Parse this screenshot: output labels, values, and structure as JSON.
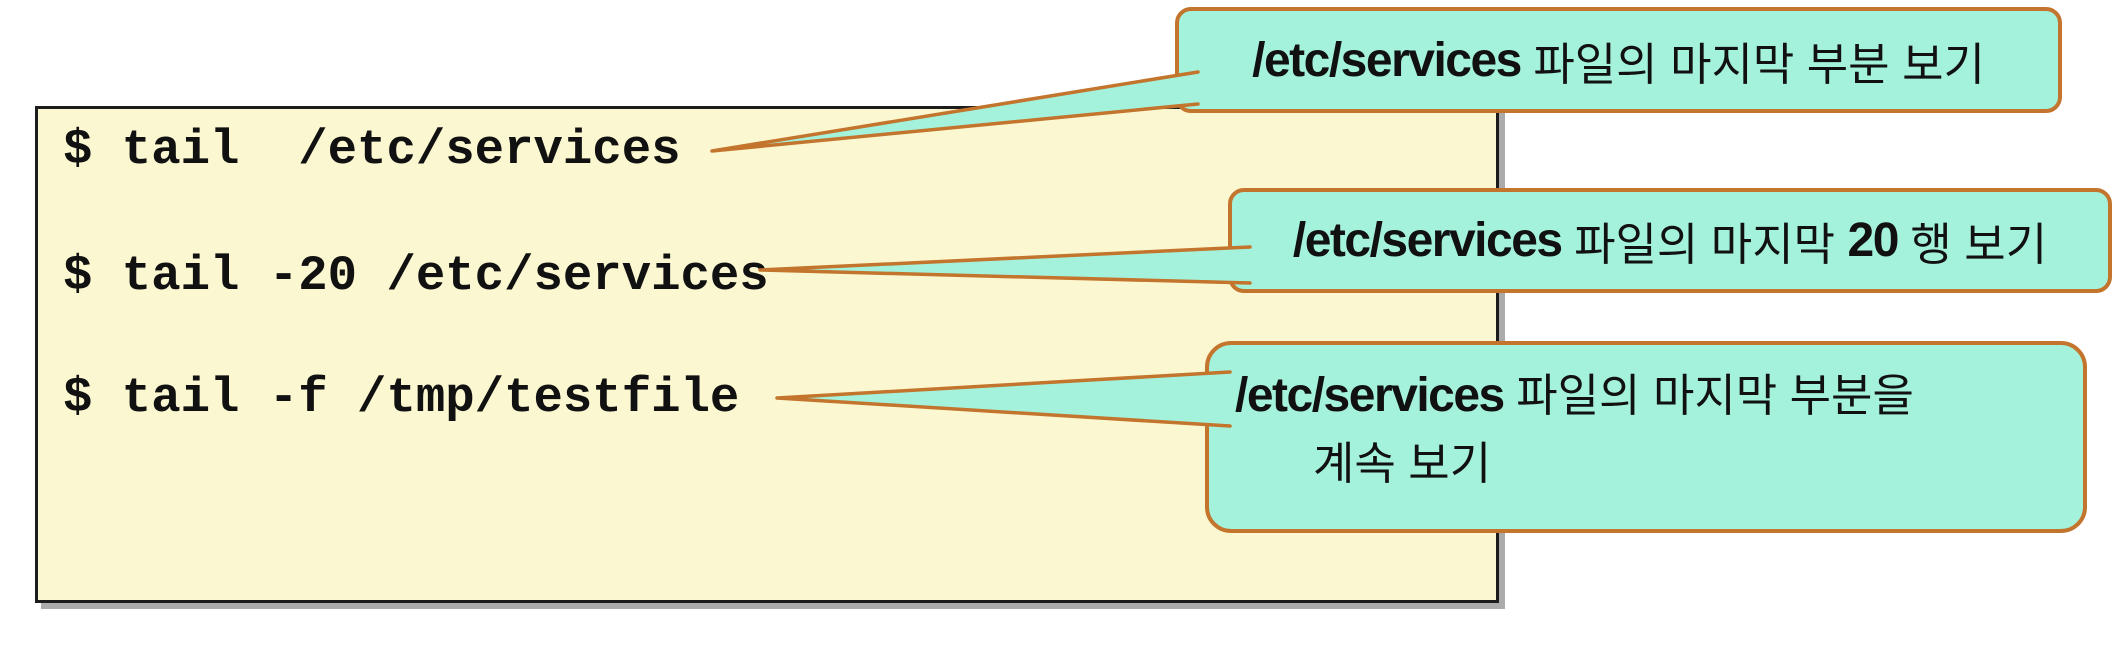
{
  "colors": {
    "box_fill": "#FBF8D1",
    "box_border": "#1C1C1C",
    "box_shadow": "#ABABAB",
    "callout_fill": "#A5F2DC",
    "callout_border": "#C3752D",
    "text": "#111111"
  },
  "terminal": {
    "commands": [
      {
        "prompt_line": "$ tail  /etc/services"
      },
      {
        "prompt_line": "$ tail -20 /etc/services"
      },
      {
        "prompt_line": "$ tail -f /tmp/testfile"
      }
    ]
  },
  "callouts": [
    {
      "path": "/etc/services",
      "suffix": " 파일의 마지막 부분 보기"
    },
    {
      "path": "/etc/services",
      "mid": " 파일의 마지막 ",
      "count": "20",
      "suffix": " 행 보기"
    },
    {
      "path": "/etc/services",
      "suffix": " 파일의 마지막 부분을",
      "line2": "계속 보기"
    }
  ]
}
